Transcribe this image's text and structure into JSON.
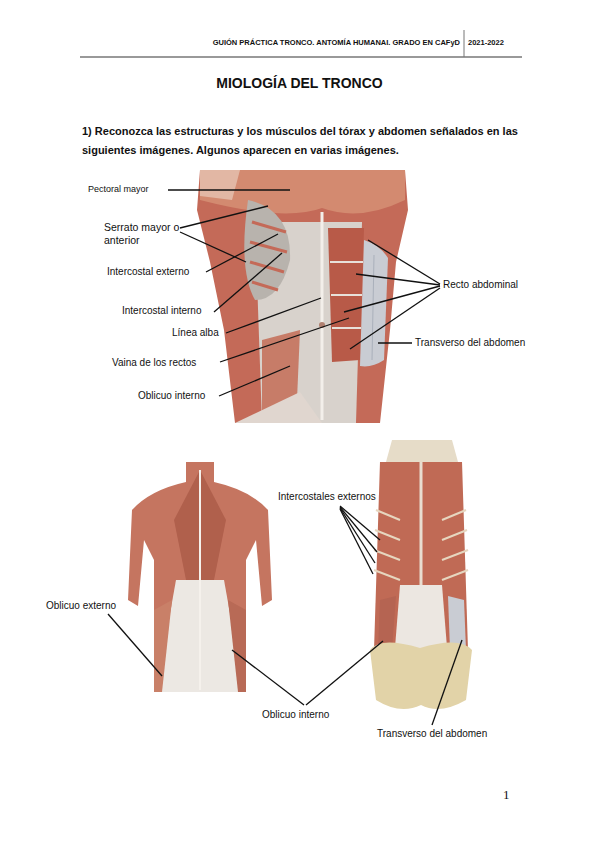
{
  "diagram": {
    "title": "MIOLOGÍA DEL TRONCO",
    "labels": [
      "GUIÓN PRÁCTICA TRONCO. ANTOMÍA HUMANAI. GRADO EN CAFyD",
      "2021-2022",
      "1) Reconozca las estructuras y los músculos del tórax y abdomen señalados en las siguientes imágenes. Algunos aparecen en varias imágenes.",
      "Pectoral mayor",
      "Serrato mayor o anterior",
      "Intercostal externo",
      "Intercostal interno",
      "Línea alba",
      "Vaina de los rectos",
      "Oblicuo interno",
      "Recto abdominal",
      "Transverso del abdomen",
      "Intercostales externos",
      "Oblicuo externo",
      "Oblicuo interno",
      "Transverso del abdomen",
      "1"
    ]
  }
}
